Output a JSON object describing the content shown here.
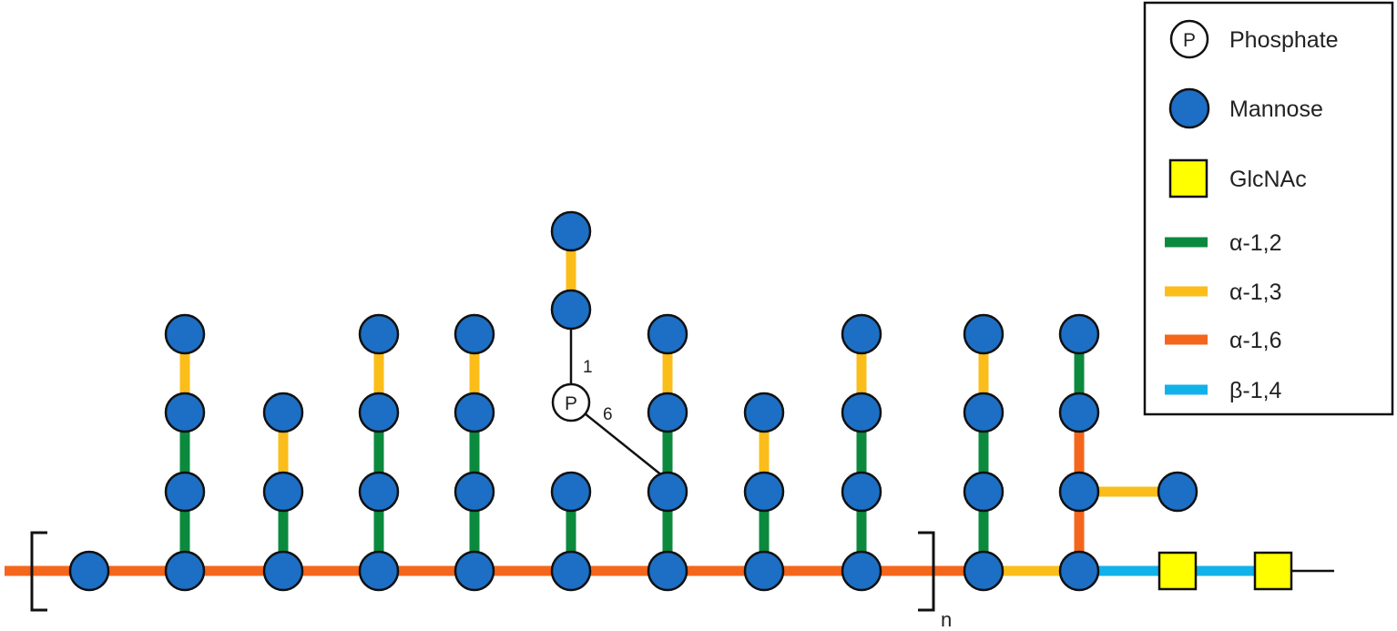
{
  "legend": {
    "phosphate": {
      "label": "Phosphate",
      "symbol": "P"
    },
    "mannose": {
      "label": "Mannose"
    },
    "glcnac": {
      "label": "GlcNAc"
    },
    "links": [
      {
        "label": "α-1,2",
        "color": "#0b8a3e"
      },
      {
        "label": "α-1,3",
        "color": "#fbbd1a"
      },
      {
        "label": "α-1,6",
        "color": "#f4661b"
      },
      {
        "label": "β-1,4",
        "color": "#11b2ea"
      }
    ]
  },
  "colors": {
    "mannose_fill": "#1c6fc4",
    "glcnac_fill": "#ffff00",
    "outline": "#111111",
    "alpha12": "#0b8a3e",
    "alpha13": "#fbbd1a",
    "alpha16": "#f4661b",
    "beta14": "#11b2ea"
  },
  "phosphate_symbol": "P",
  "phosphodiester_labels": {
    "upper": "1",
    "lower": "6"
  },
  "repeat_label": "n"
}
